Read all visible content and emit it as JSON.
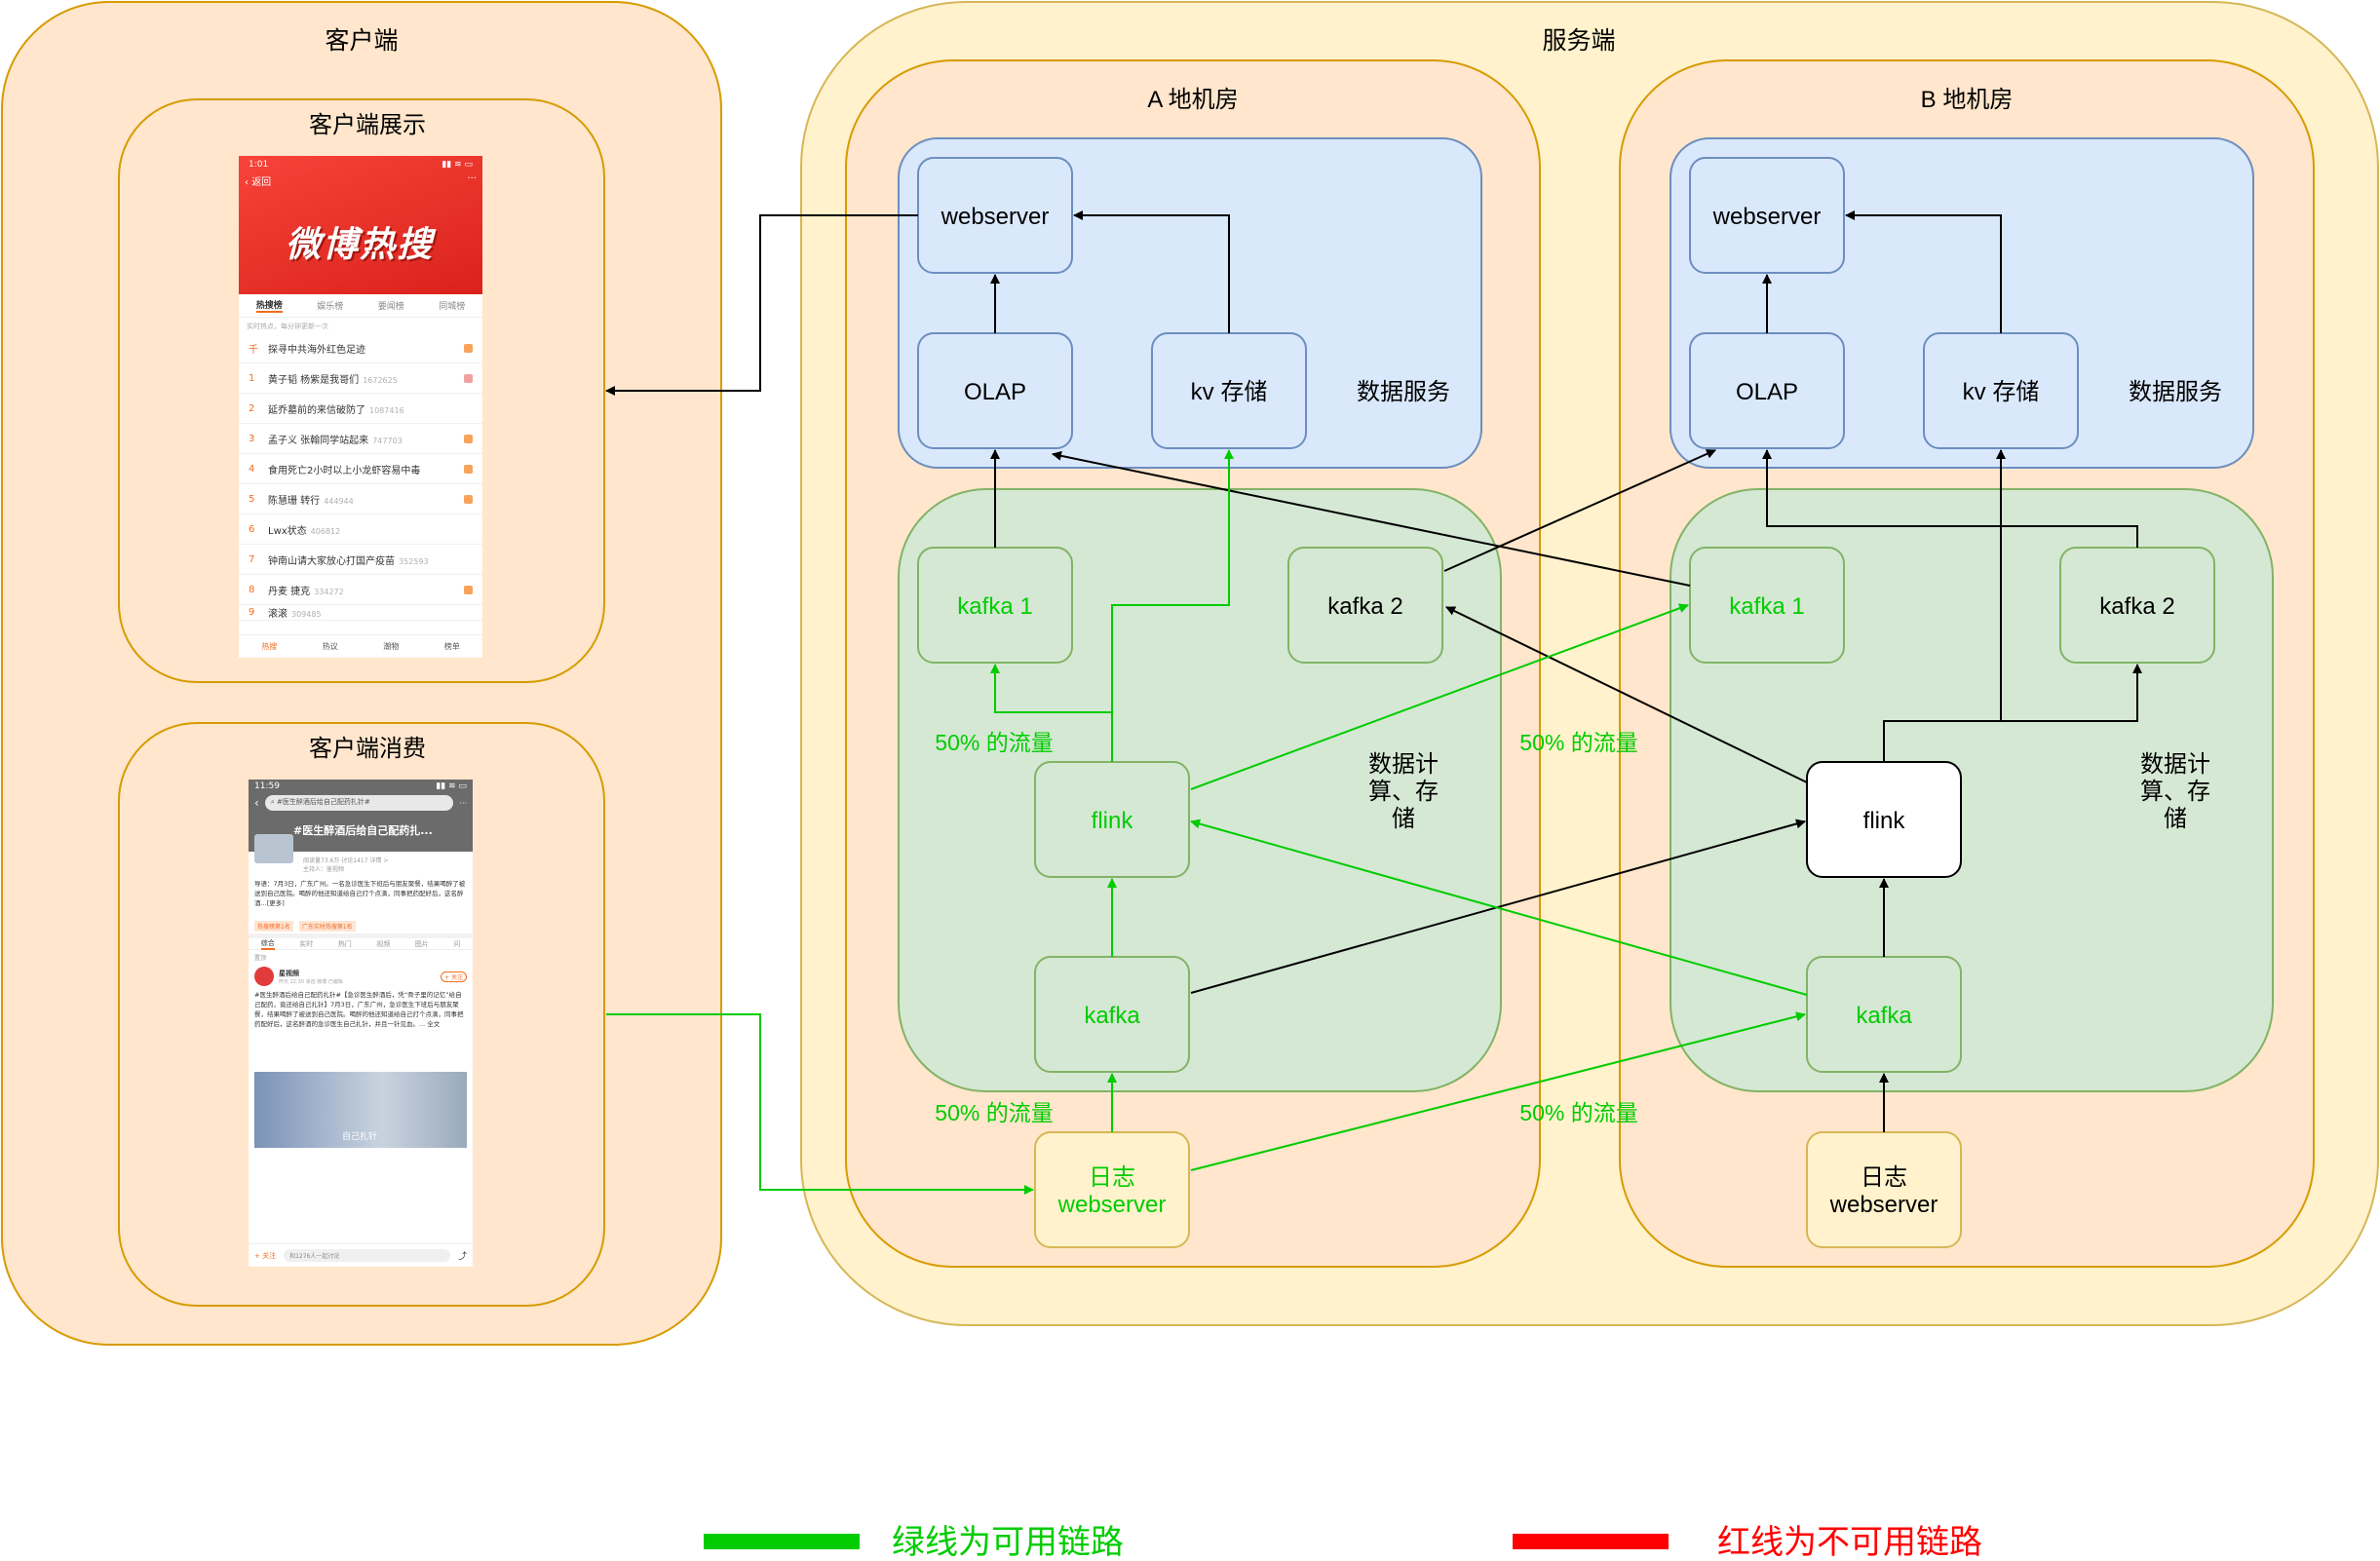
{
  "colors": {
    "outer_fill": "#ffe6cc",
    "outer_stroke": "#d79b00",
    "server_fill": "#fff2cc",
    "server_stroke": "#d6b656",
    "blue_fill": "#dae8fc",
    "blue_stroke": "#6c8ebf",
    "green_fill": "#d5e8d4",
    "green_stroke": "#82b366",
    "available": "#00cc00",
    "unavailable": "#ff0000"
  },
  "client": {
    "title": "客户端",
    "display_title": "客户端展示",
    "consume_title": "客户端消费"
  },
  "server": {
    "title": "服务端",
    "room_a": {
      "title": "A 地机房",
      "webserver": "webserver",
      "olap": "OLAP",
      "kv": "kv 存储",
      "data_service": "数据服务",
      "kafka1": "kafka 1",
      "kafka2": "kafka 2",
      "compute_l1": "数据计",
      "compute_l2": "算、存",
      "compute_l3": "储",
      "flink": "flink",
      "kafka": "kafka",
      "log_l1": "日志",
      "log_l2": "webserver",
      "traffic_upper": "50% 的流量",
      "traffic_lower": "50% 的流量"
    },
    "room_b": {
      "title": "B 地机房",
      "webserver": "webserver",
      "olap": "OLAP",
      "kv": "kv 存储",
      "data_service": "数据服务",
      "kafka1": "kafka 1",
      "kafka2": "kafka 2",
      "compute_l1": "数据计",
      "compute_l2": "算、存",
      "compute_l3": "储",
      "flink": "flink",
      "kafka": "kafka",
      "log_l1": "日志",
      "log_l2": "webserver",
      "traffic_upper": "50% 的流量",
      "traffic_lower": "50% 的流量"
    }
  },
  "legend": {
    "green_label": "绿线为可用链路",
    "red_label": "红线为不可用链路"
  },
  "phone1": {
    "time": "1:01",
    "back": "返回",
    "banner_title": "微博热搜",
    "tabs": [
      "热搜榜",
      "娱乐榜",
      "要闻榜",
      "同城榜"
    ],
    "subtitle": "实时热点，每分钟更新一次",
    "items": [
      {
        "rank": "千",
        "title": "探寻中共海外红色足迹",
        "hot": ""
      },
      {
        "rank": "1",
        "title": "黄子韬 杨紫是我哥们",
        "hot": "1672625"
      },
      {
        "rank": "2",
        "title": "延乔墓前的来信破防了",
        "hot": "1087416"
      },
      {
        "rank": "3",
        "title": "孟子义 张翰同学站起来",
        "hot": "747703"
      },
      {
        "rank": "4",
        "title": "食用死亡2小时以上小龙虾容易中毒",
        "hot": ""
      },
      {
        "rank": "5",
        "title": "陈慧珊 转行",
        "hot": "444944"
      },
      {
        "rank": "6",
        "title": "Lwx状态",
        "hot": "406812"
      },
      {
        "rank": "7",
        "title": "钟南山请大家放心打国产疫苗",
        "hot": "352593"
      },
      {
        "rank": "8",
        "title": "丹麦 捷克",
        "hot": "334272"
      },
      {
        "rank": "9",
        "title": "滚滚",
        "hot": "309485"
      }
    ],
    "bottom_nav": [
      "热搜",
      "热议",
      "潮物",
      "榜单"
    ]
  },
  "phone2": {
    "time": "11:59",
    "search": "#医生醉酒后给自己配药扎针#",
    "topic_title": "#医生醉酒后给自己配药扎...",
    "topic_meta": "阅读量73.6万 讨论1417 详情 >",
    "topic_host": "主持人：鉴视频",
    "intro": "导语：7月3日，广东广州。一名急诊医生下班后与朋友聚餐，结果喝醉了被送到自己医院。喝醉的他还知道给自己打个点滴，同事把药配好后，这名醉酒...[更多]",
    "chip1": "热搜榜第1名",
    "chip2": "广东实时热搜第1名",
    "tabs": [
      "综合",
      "实时",
      "热门",
      "视频",
      "图片",
      "问"
    ],
    "section": "置顶",
    "poster": "星视频",
    "poster_meta": "昨天 22:30 来自 微博 已编辑",
    "follow": "+ 关注",
    "post": "#医生醉酒后给自己配药扎针#【急诊医生醉酒后，凭“骨子里的记忆”给自己配药，竟还给自己扎针】7月3日，广东广州，急诊医生下班后与朋友聚餐，结果喝醉了被送到自己医院。喝醉的他还知道给自己打个点滴，同事把药配好后，这名醉酒的急诊医生自己扎针，并且一针见血。... 全文",
    "video_text": "自己扎针",
    "bottom_follow": "+ 关注",
    "bottom_input": "和1276人一起讨论"
  }
}
